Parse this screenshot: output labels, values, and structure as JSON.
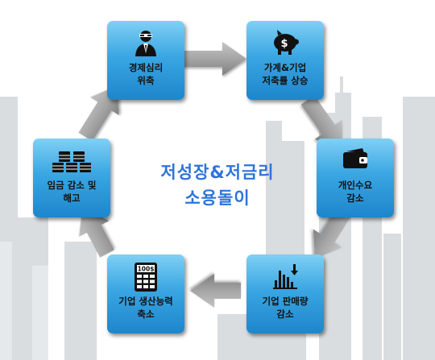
{
  "center": {
    "line1": "저성장&저금리",
    "line2": "소용돌이"
  },
  "nodes": [
    {
      "id": "economy",
      "line1": "경제심리",
      "line2": "위축",
      "icon": "person-icon"
    },
    {
      "id": "savings",
      "line1": "가계&기업",
      "line2": "저축률 상승",
      "icon": "piggy-bank-icon"
    },
    {
      "id": "consumption",
      "line1": "개인수요",
      "line2": "감소",
      "icon": "wallet-icon"
    },
    {
      "id": "sales",
      "line1": "기업 판매량",
      "line2": "감소",
      "icon": "bar-chart-icon"
    },
    {
      "id": "production",
      "line1": "기업 생산능력",
      "line2": "축소",
      "icon": "calculator-icon"
    },
    {
      "id": "wages",
      "line1": "임금 감소 및",
      "line2": "해고",
      "icon": "coins-icon"
    }
  ],
  "calculator_display": "100$",
  "colors": {
    "box_top": "#7fd0f5",
    "box_bottom": "#1d86cc",
    "title": "#2e74d8",
    "arrow": "#9a9a9a"
  }
}
